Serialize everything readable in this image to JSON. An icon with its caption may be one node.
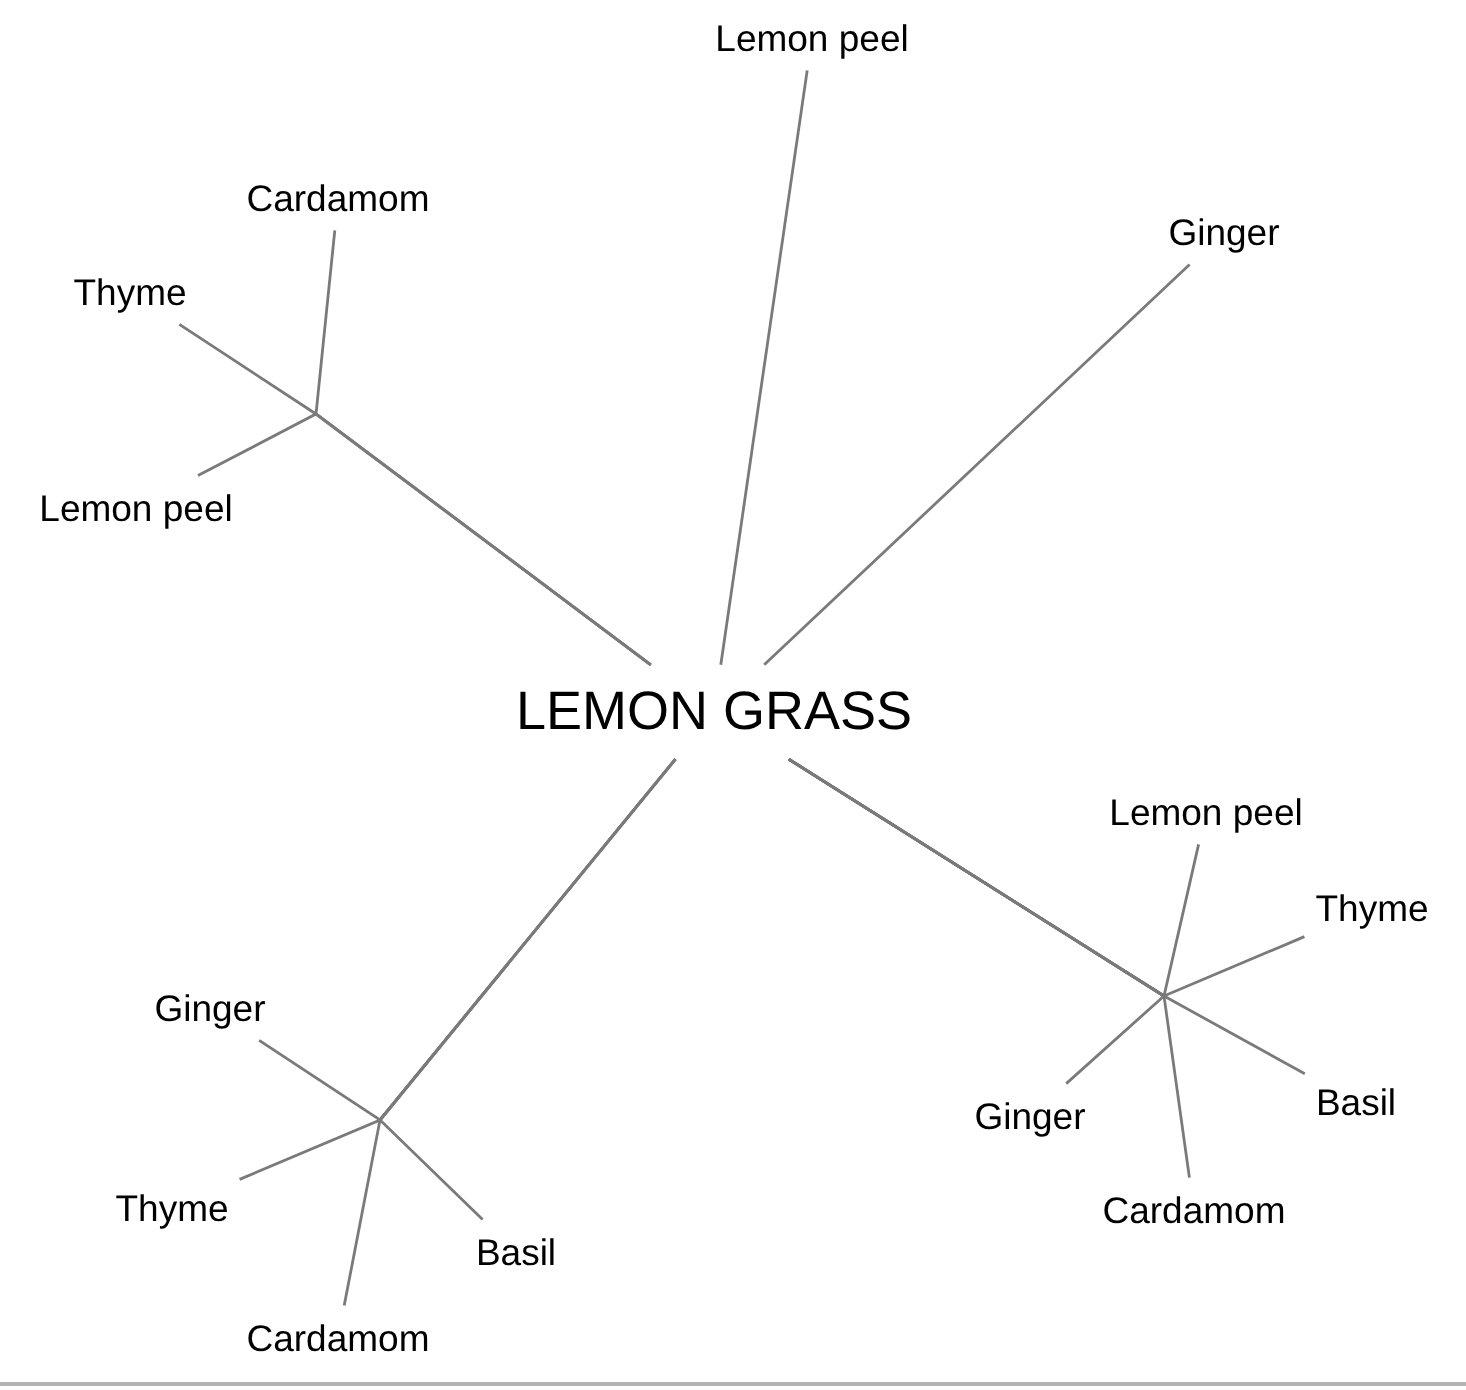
{
  "diagram": {
    "nodes": [
      {
        "text": [
          "Lemon peel"
        ]
      },
      {
        "text": [
          "Cardamom"
        ]
      },
      {
        "text": [
          "Ginger"
        ]
      },
      {
        "text": [
          "Thyme"
        ]
      },
      {
        "text": [
          "Lemon peel"
        ]
      },
      {
        "text": [
          "LEMON GRASS"
        ]
      },
      {
        "text": [
          "Lemon peel"
        ]
      },
      {
        "text": [
          "Thyme"
        ]
      },
      {
        "text": [
          "Ginger"
        ]
      },
      {
        "text": [
          "Basil"
        ]
      },
      {
        "text": [
          "Ginger"
        ]
      },
      {
        "text": [
          "Thyme"
        ]
      },
      {
        "text": [
          "Cardamom"
        ]
      },
      {
        "text": [
          "Basil"
        ]
      },
      {
        "text": [
          "Cardamom"
        ]
      }
    ],
    "edges": [
      {
        "from": 5,
        "to": 0,
        "arrow": "none"
      },
      {
        "from": 5,
        "to": 1,
        "arrow": "none"
      },
      {
        "from": 5,
        "to": 2,
        "arrow": "none"
      },
      {
        "from": 5,
        "to": 3,
        "arrow": "none"
      },
      {
        "from": 5,
        "to": 4,
        "arrow": "none"
      },
      {
        "from": 5,
        "to": 6,
        "arrow": "none"
      },
      {
        "from": 5,
        "to": 7,
        "arrow": "none"
      },
      {
        "from": 5,
        "to": 8,
        "arrow": "none"
      },
      {
        "from": 5,
        "to": 9,
        "arrow": "none"
      },
      {
        "from": 5,
        "to": 10,
        "arrow": "none"
      },
      {
        "from": 5,
        "to": 11,
        "arrow": "none"
      },
      {
        "from": 5,
        "to": 12,
        "arrow": "none"
      },
      {
        "from": 5,
        "to": 13,
        "arrow": "none"
      },
      {
        "from": 5,
        "to": 14,
        "arrow": "none"
      }
    ]
  }
}
